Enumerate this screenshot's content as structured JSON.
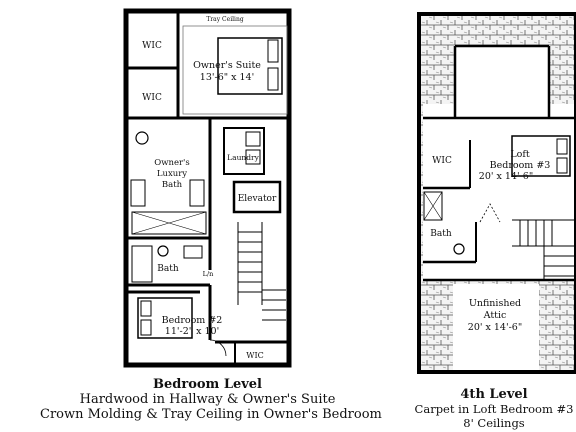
{
  "bedroom_level": {
    "rooms": {
      "tray_ceiling": "Tray Ceiling",
      "wic_top": "WIC",
      "wic_mid": "WIC",
      "owners_suite_name": "Owner's Suite",
      "owners_suite_dims": "13'-6\" x 14'",
      "owners_bath_line1": "Owner's",
      "owners_bath_line2": "Luxury",
      "owners_bath_line3": "Bath",
      "laundry": "Laundry",
      "elevator": "Elevator",
      "bath": "Bath",
      "bedroom2_name": "Bedroom #2",
      "bedroom2_dims": "11'-2\" x 10'",
      "wic_bottom": "WIC",
      "ln": "L/n"
    },
    "caption": {
      "title": "Bedroom Level",
      "line1": "Hardwood in Hallway & Owner's Suite",
      "line2": "Crown Molding & Tray Ceiling in Owner's Bedroom"
    }
  },
  "fourth_level": {
    "rooms": {
      "wic": "WIC",
      "loft_line1": "Loft",
      "loft_line2": "Bedroom #3",
      "loft_dims": "20' x 14'-6\"",
      "bath": "Bath",
      "attic_line1": "Unfinished",
      "attic_line2": "Attic",
      "attic_dims": "20' x 14'-6\""
    },
    "caption": {
      "title": "4th Level",
      "line1": "Carpet in Loft Bedroom #3",
      "line2": "8' Ceilings"
    }
  }
}
